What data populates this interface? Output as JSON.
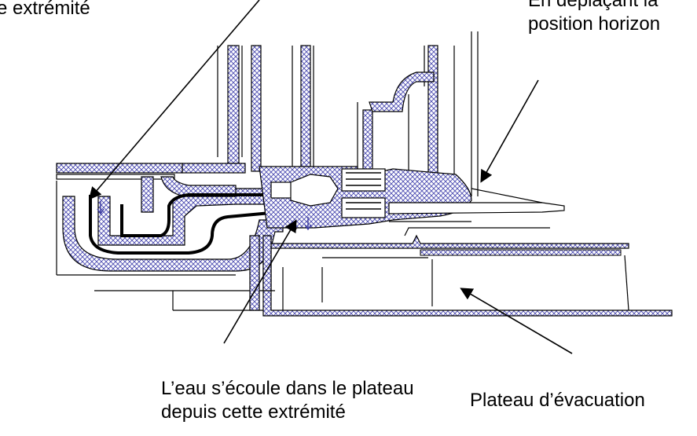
{
  "labels": {
    "top_left": "e extrémité",
    "top_right_line1": "En déplaçant la",
    "top_right_line2": "position horizon",
    "bottom_left_line1": "L’eau s’écoule dans le plateau",
    "bottom_left_line2": "depuis cette extrémité",
    "bottom_right": "Plateau d’évacuation"
  },
  "colors": {
    "hatch": "#3a3aa0",
    "line": "#000000",
    "background": "#ffffff"
  }
}
